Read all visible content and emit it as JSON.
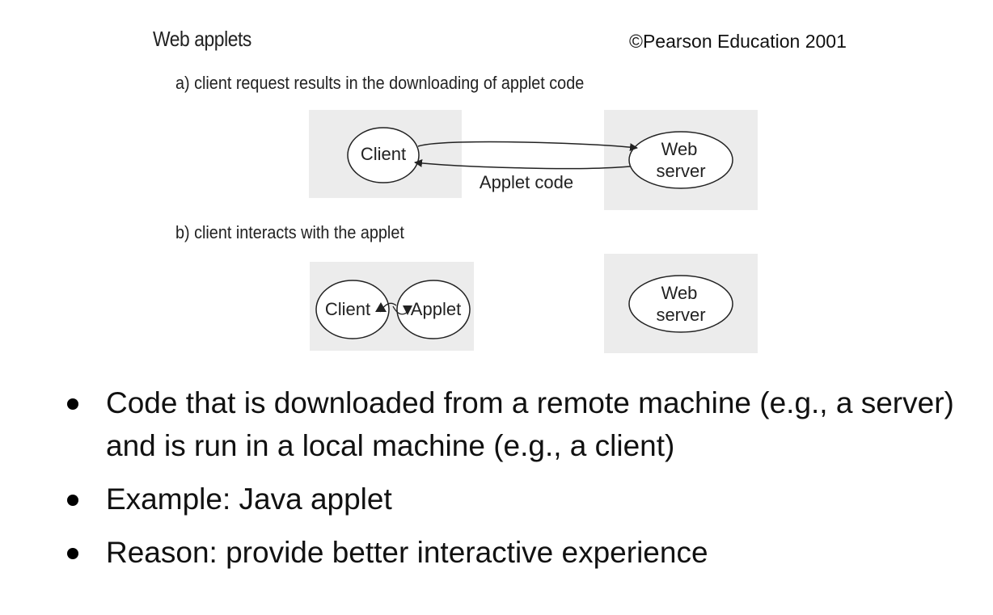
{
  "figure": {
    "title": "Web applets",
    "copyright": "©Pearson Education 2001",
    "part_a": {
      "caption": "a) client request results in the downloading of applet code",
      "client_label": "Client",
      "server_label_line1": "Web",
      "server_label_line2": "server",
      "edge_label": "Applet code"
    },
    "part_b": {
      "caption": "b) client  interacts with the applet",
      "client_label": "Client",
      "applet_label": "Applet",
      "server_label_line1": "Web",
      "server_label_line2": "server"
    }
  },
  "bullets": [
    "Code that is downloaded from a remote machine (e.g., a server) and is run in a local machine (e.g., a client)",
    "Example: Java applet",
    "Reason: provide better interactive experience"
  ],
  "colors": {
    "panel_fill": "#ececec",
    "stroke": "#222222"
  }
}
